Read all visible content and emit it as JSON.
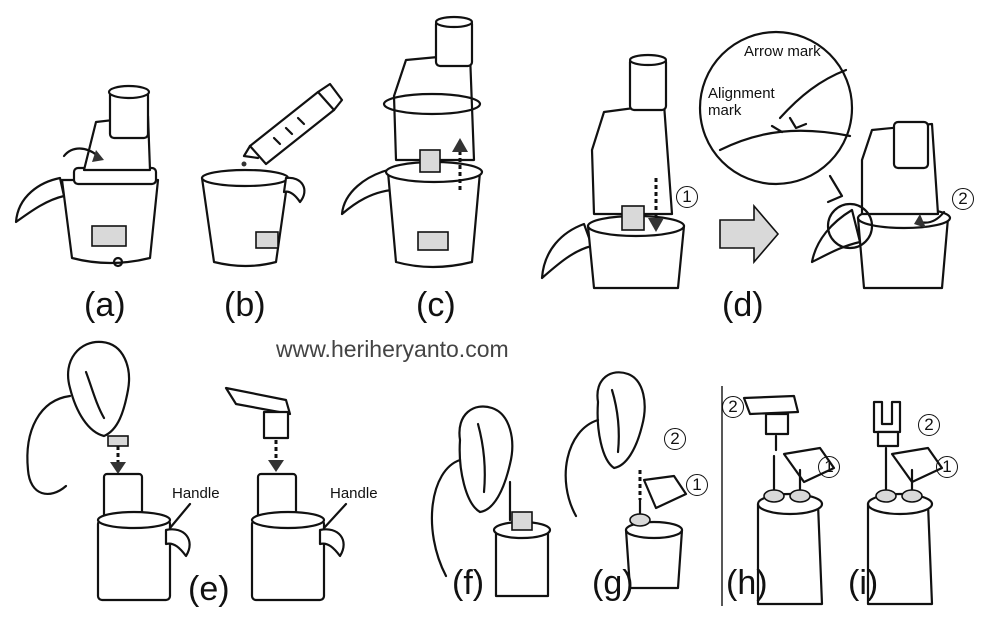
{
  "watermark": "www.heriheryanto.com",
  "steps": {
    "a": "(a)",
    "b": "(b)",
    "c": "(c)",
    "d": "(d)",
    "e": "(e)",
    "f": "(f)",
    "g": "(g)",
    "h": "(h)",
    "i": "(i)"
  },
  "callouts": {
    "arrow_mark": "Arrow mark",
    "alignment_mark_line1": "Alignment",
    "alignment_mark_line2": "mark",
    "handle": "Handle"
  },
  "markers": {
    "one": "1",
    "two": "2"
  }
}
